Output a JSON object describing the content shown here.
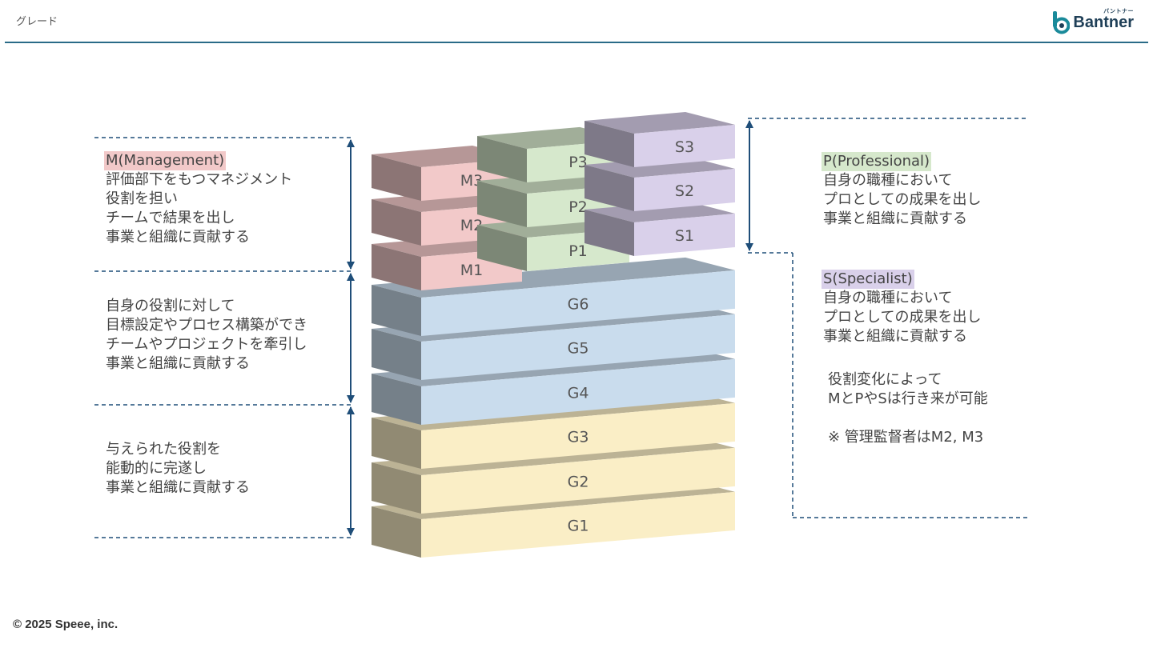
{
  "header": {
    "title": "グレード"
  },
  "logo": {
    "name": "Bantner",
    "ruby": "バントナー",
    "icon": "bantner-logo-icon"
  },
  "footer": {
    "copyright": "© 2025 Speee, inc."
  },
  "colors": {
    "rule": "#2a6b88",
    "dash": "#1f4e79",
    "m_block": "#f2c9c9",
    "p_block": "#d6e8cc",
    "s_block": "#d9d0ea",
    "g_mid": "#c9dced",
    "g_low": "#faeec6"
  },
  "blocks": {
    "m": [
      "M1",
      "M2",
      "M3"
    ],
    "p": [
      "P1",
      "P2",
      "P3"
    ],
    "s": [
      "S1",
      "S2",
      "S3"
    ],
    "g": [
      "G1",
      "G2",
      "G3",
      "G4",
      "G5",
      "G6"
    ]
  },
  "left": {
    "management": {
      "heading": "M(Management)",
      "lines": [
        "評価部下をもつマネジメント",
        "役割を担い",
        "チームで結果を出し",
        "事業と組織に貢献する"
      ]
    },
    "middle": {
      "lines": [
        "自身の役割に対して",
        "目標設定やプロセス構築ができ",
        "チームやプロジェクトを牽引し",
        "事業と組織に貢献する"
      ]
    },
    "lower": {
      "lines": [
        "与えられた役割を",
        "能動的に完遂し",
        "事業と組織に貢献する"
      ]
    }
  },
  "right": {
    "professional": {
      "heading": "P(Professional)",
      "lines": [
        "自身の職種において",
        "プロとしての成果を出し",
        "事業と組織に貢献する"
      ]
    },
    "specialist": {
      "heading": "S(Specialist)",
      "lines": [
        "自身の職種において",
        "プロとしての成果を出し",
        "事業と組織に貢献する"
      ]
    },
    "note": {
      "lines": [
        "役割変化によって",
        "MとPやSは行き来が可能",
        "",
        "※ 管理監督者はM2, M3"
      ]
    }
  }
}
